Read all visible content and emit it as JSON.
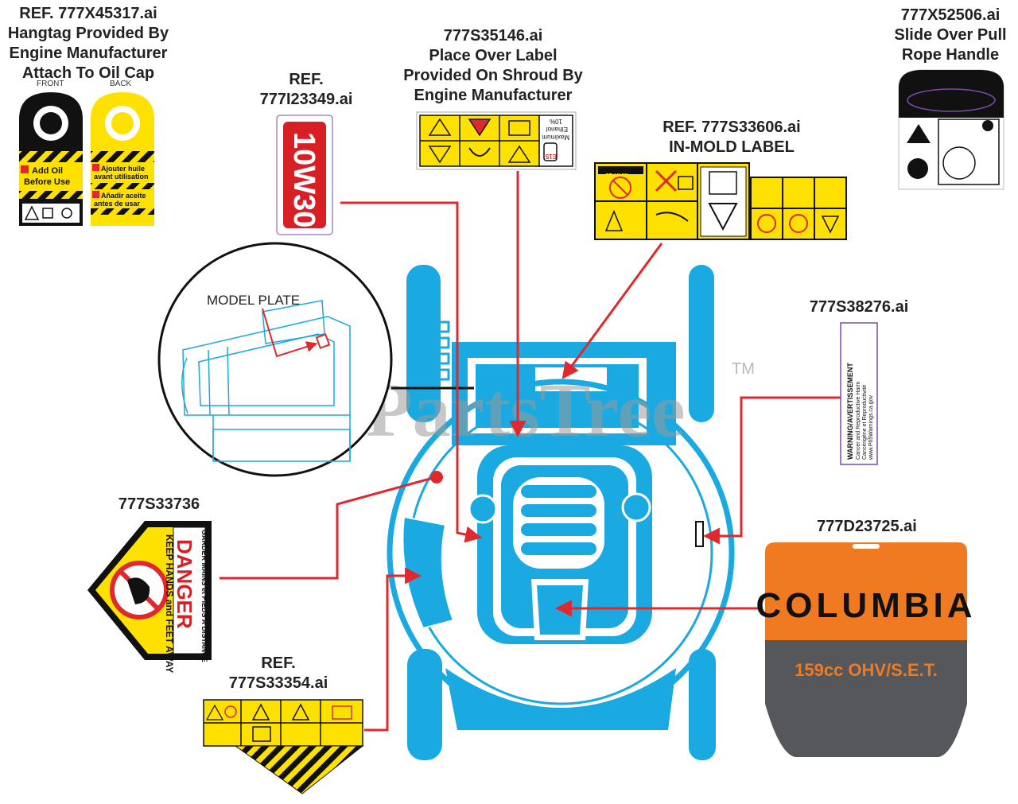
{
  "watermark": {
    "text": "PartsTree",
    "tm": "TM"
  },
  "callouts": {
    "hangtag": {
      "ref": "REF. 777X45317.ai",
      "lines": [
        "Hangtag Provided By",
        "Engine Manufacturer",
        "Attach To Oil Cap"
      ],
      "front_label": "FRONT",
      "back_label": "BACK",
      "front_text": [
        "Add Oil",
        "Before Use"
      ],
      "back_text": [
        "Ajouter huile",
        "avant utilisation",
        "Añadir aceite",
        "antes de usar"
      ]
    },
    "oil_label": {
      "ref_line1": "REF.",
      "ref_line2": "777I23349.ai",
      "text": "10W30"
    },
    "shroud_label": {
      "ref": "777S35146.ai",
      "lines": [
        "Place Over Label",
        "Provided On Shroud By",
        "Engine Manufacturer"
      ],
      "fuel_text": [
        "10%",
        "Ethanol",
        "Maximum"
      ],
      "e15": "E15"
    },
    "inmold_label": {
      "ref": "REF. 777S33606.ai",
      "line2": "IN-MOLD LABEL",
      "max": "MAX 15°"
    },
    "rope_handle": {
      "ref": "777X52506.ai",
      "lines": [
        "Slide Over Pull",
        "Rope Handle"
      ]
    },
    "warning_label": {
      "ref": "777S38276.ai",
      "lines": [
        "WARNING/AVERTISSEMENT",
        "Cancer and Reproductive Harm",
        "Cancérigène et Reproductivité",
        "www.P65Warnings.ca.gov"
      ]
    },
    "model_plate": {
      "text": "MODEL PLATE"
    },
    "danger_label": {
      "ref": "777S33736",
      "danger": "DANGER",
      "line1": "KEEP HANDS and FEET AWAY",
      "line2": "GARDER MAINS et PIEDS A DISTANCE"
    },
    "safety_label": {
      "ref_line1": "REF.",
      "ref_line2": "777S33354.ai"
    },
    "brand_label": {
      "ref": "777D23725.ai",
      "brand": "COLUMBIA",
      "engine": "159cc OHV/S.E.T."
    }
  },
  "colors": {
    "mower_blue": "#1aa9e0",
    "arrow_red": "#e0282e",
    "label_yellow": "#ffe100",
    "brand_orange": "#f07a22",
    "brand_gray": "#56575a",
    "danger_red": "#d81f26"
  }
}
